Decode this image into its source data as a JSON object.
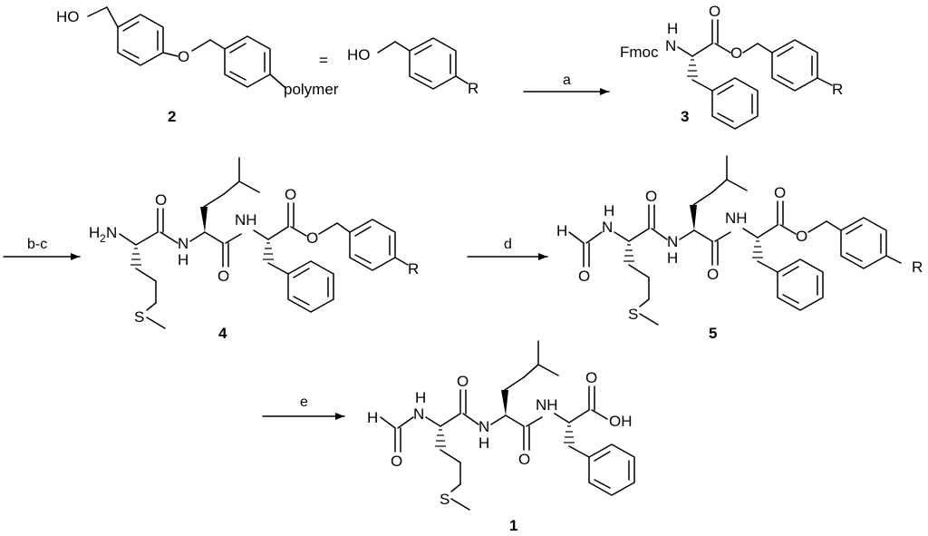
{
  "atoms": {
    "ho": "HO",
    "o": "O",
    "polymer": "polymer",
    "equals": "=",
    "r": "R",
    "fmoc": "Fmoc",
    "n": "N",
    "h": "H",
    "h2": "H",
    "two": "2",
    "nh": "NH",
    "s": "S",
    "oh": "OH"
  },
  "compounds": {
    "c2": "2",
    "c3": "3",
    "c4": "4",
    "c5": "5",
    "c1": "1"
  },
  "reagents": {
    "a": "a",
    "bc": "b-c",
    "d": "d",
    "e": "e"
  }
}
